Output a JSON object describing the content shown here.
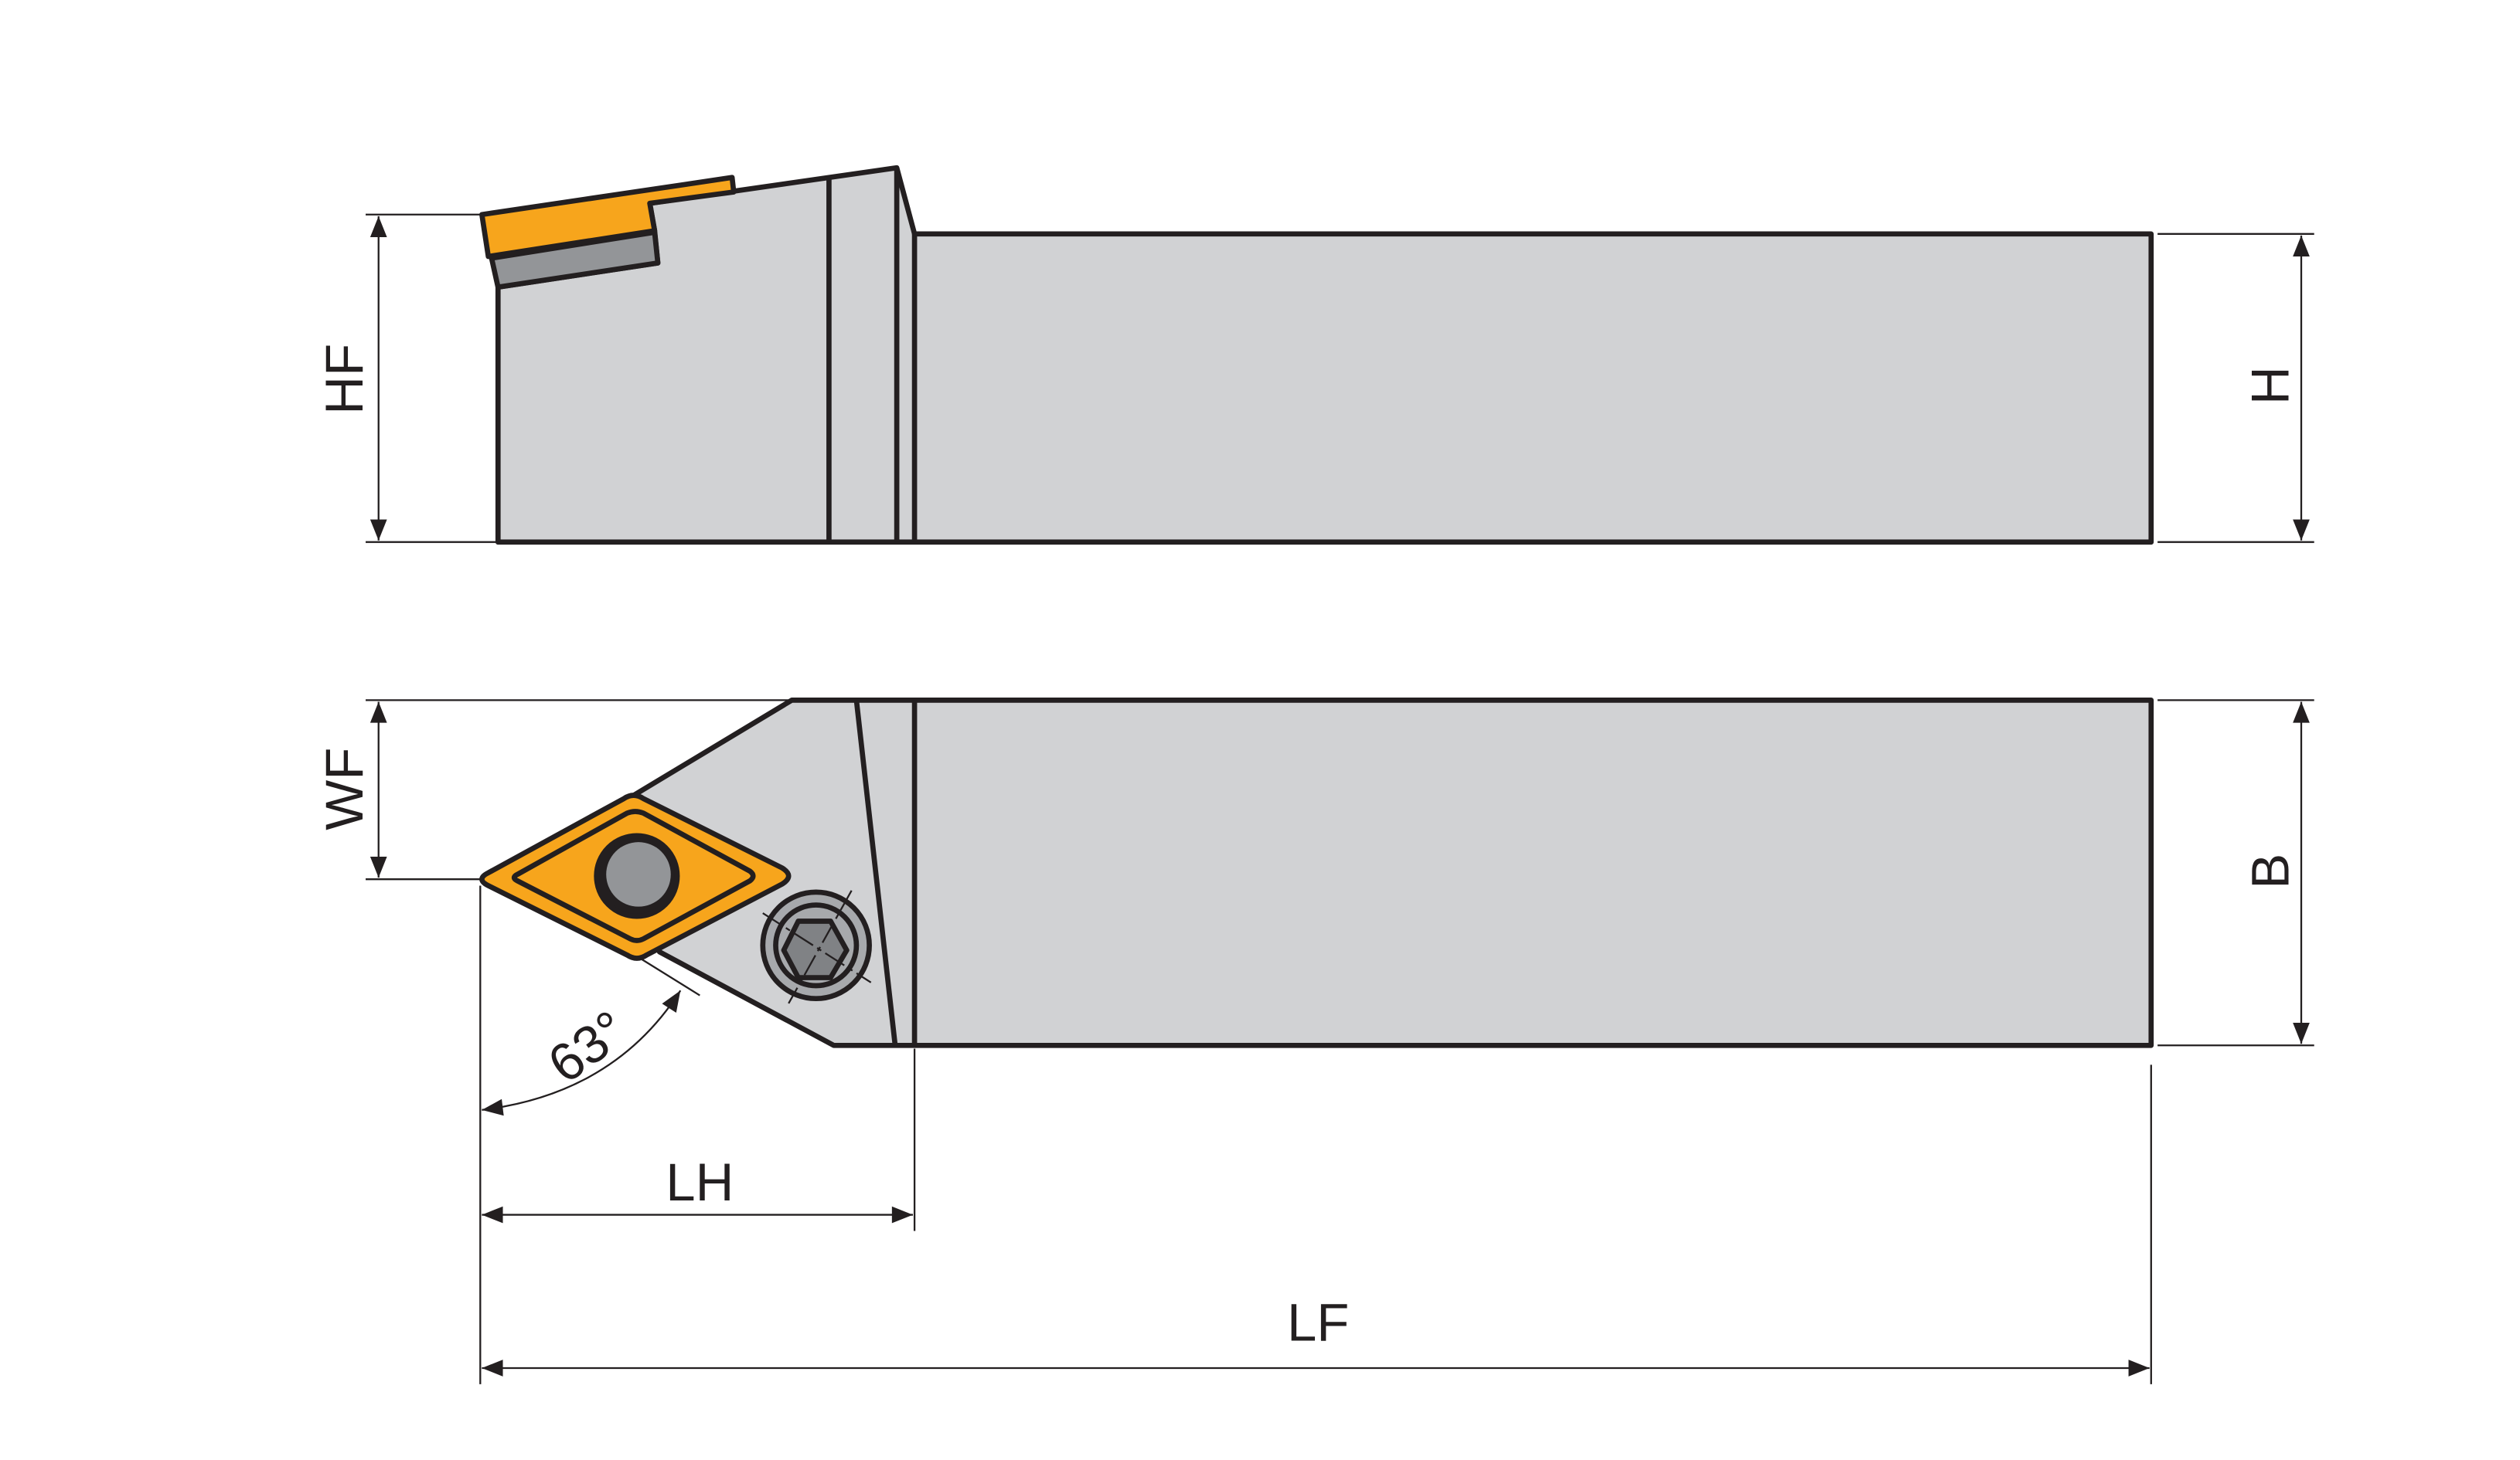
{
  "colors": {
    "body": "#d1d2d4",
    "insert": "#f7a51c",
    "shim": "#939598",
    "outline": "#231f20"
  },
  "dimensions": {
    "hf": "HF",
    "h": "H",
    "wf": "WF",
    "b": "B",
    "lh": "LH",
    "lf": "LF",
    "angle": "63°"
  }
}
